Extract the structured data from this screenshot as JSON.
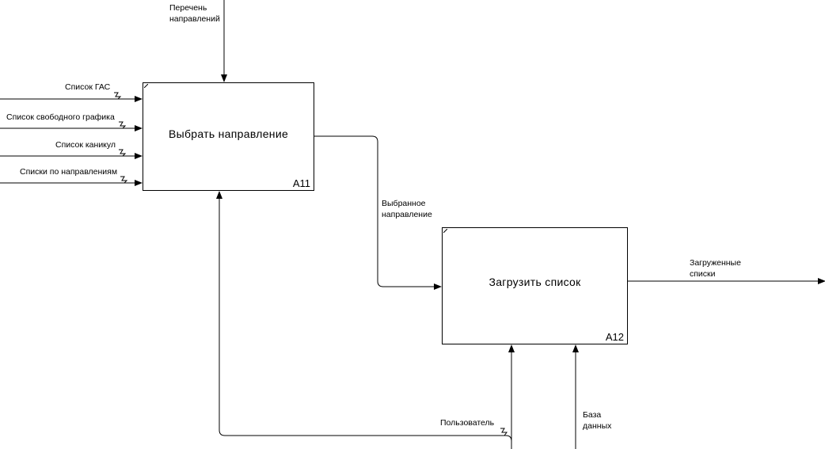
{
  "diagram": {
    "boxes": {
      "a11": {
        "title": "Выбрать направление",
        "id": "A11"
      },
      "a12": {
        "title": "Загрузить список",
        "id": "A12"
      }
    },
    "arrows": {
      "control_list": "Перечень\nнаправлений",
      "input_gas": "Список ГАС",
      "input_free": "Список свободного графика",
      "input_vacation": "Список каникул",
      "input_directions": "Списки по направлениям",
      "selected": "Выбранное\nнаправление",
      "output_loaded": "Загруженные\nсписки",
      "mech_user": "Пользователь",
      "mech_db": "База\nданных"
    }
  }
}
